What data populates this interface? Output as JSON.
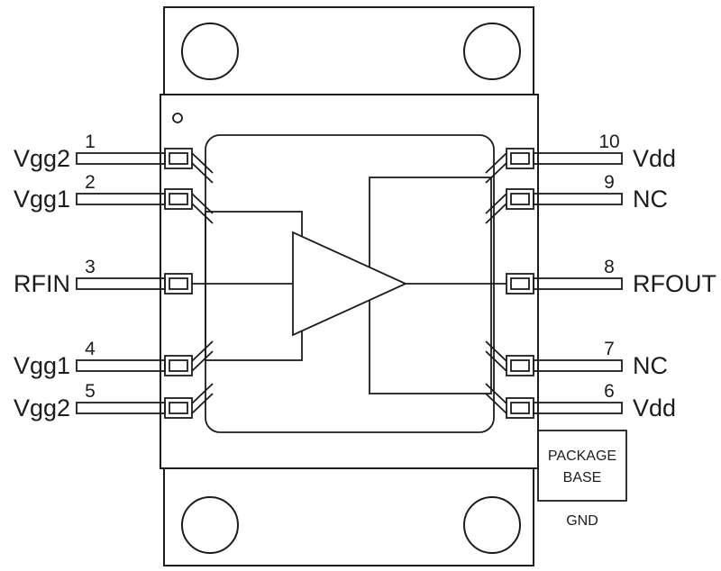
{
  "diagram": {
    "type": "ic-package-pinout",
    "colors": {
      "stroke": "#1c1c1c",
      "background": "#ffffff"
    },
    "pins": {
      "left": [
        {
          "number": "1",
          "label": "Vgg2"
        },
        {
          "number": "2",
          "label": "Vgg1"
        },
        {
          "number": "3",
          "label": "RFIN"
        },
        {
          "number": "4",
          "label": "Vgg1"
        },
        {
          "number": "5",
          "label": "Vgg2"
        }
      ],
      "right": [
        {
          "number": "10",
          "label": "Vdd"
        },
        {
          "number": "9",
          "label": "NC"
        },
        {
          "number": "8",
          "label": "RFOUT"
        },
        {
          "number": "7",
          "label": "NC"
        },
        {
          "number": "6",
          "label": "Vdd"
        }
      ]
    },
    "package_base": {
      "line1": "PACKAGE",
      "line2": "BASE"
    },
    "ground_label": "GND"
  }
}
